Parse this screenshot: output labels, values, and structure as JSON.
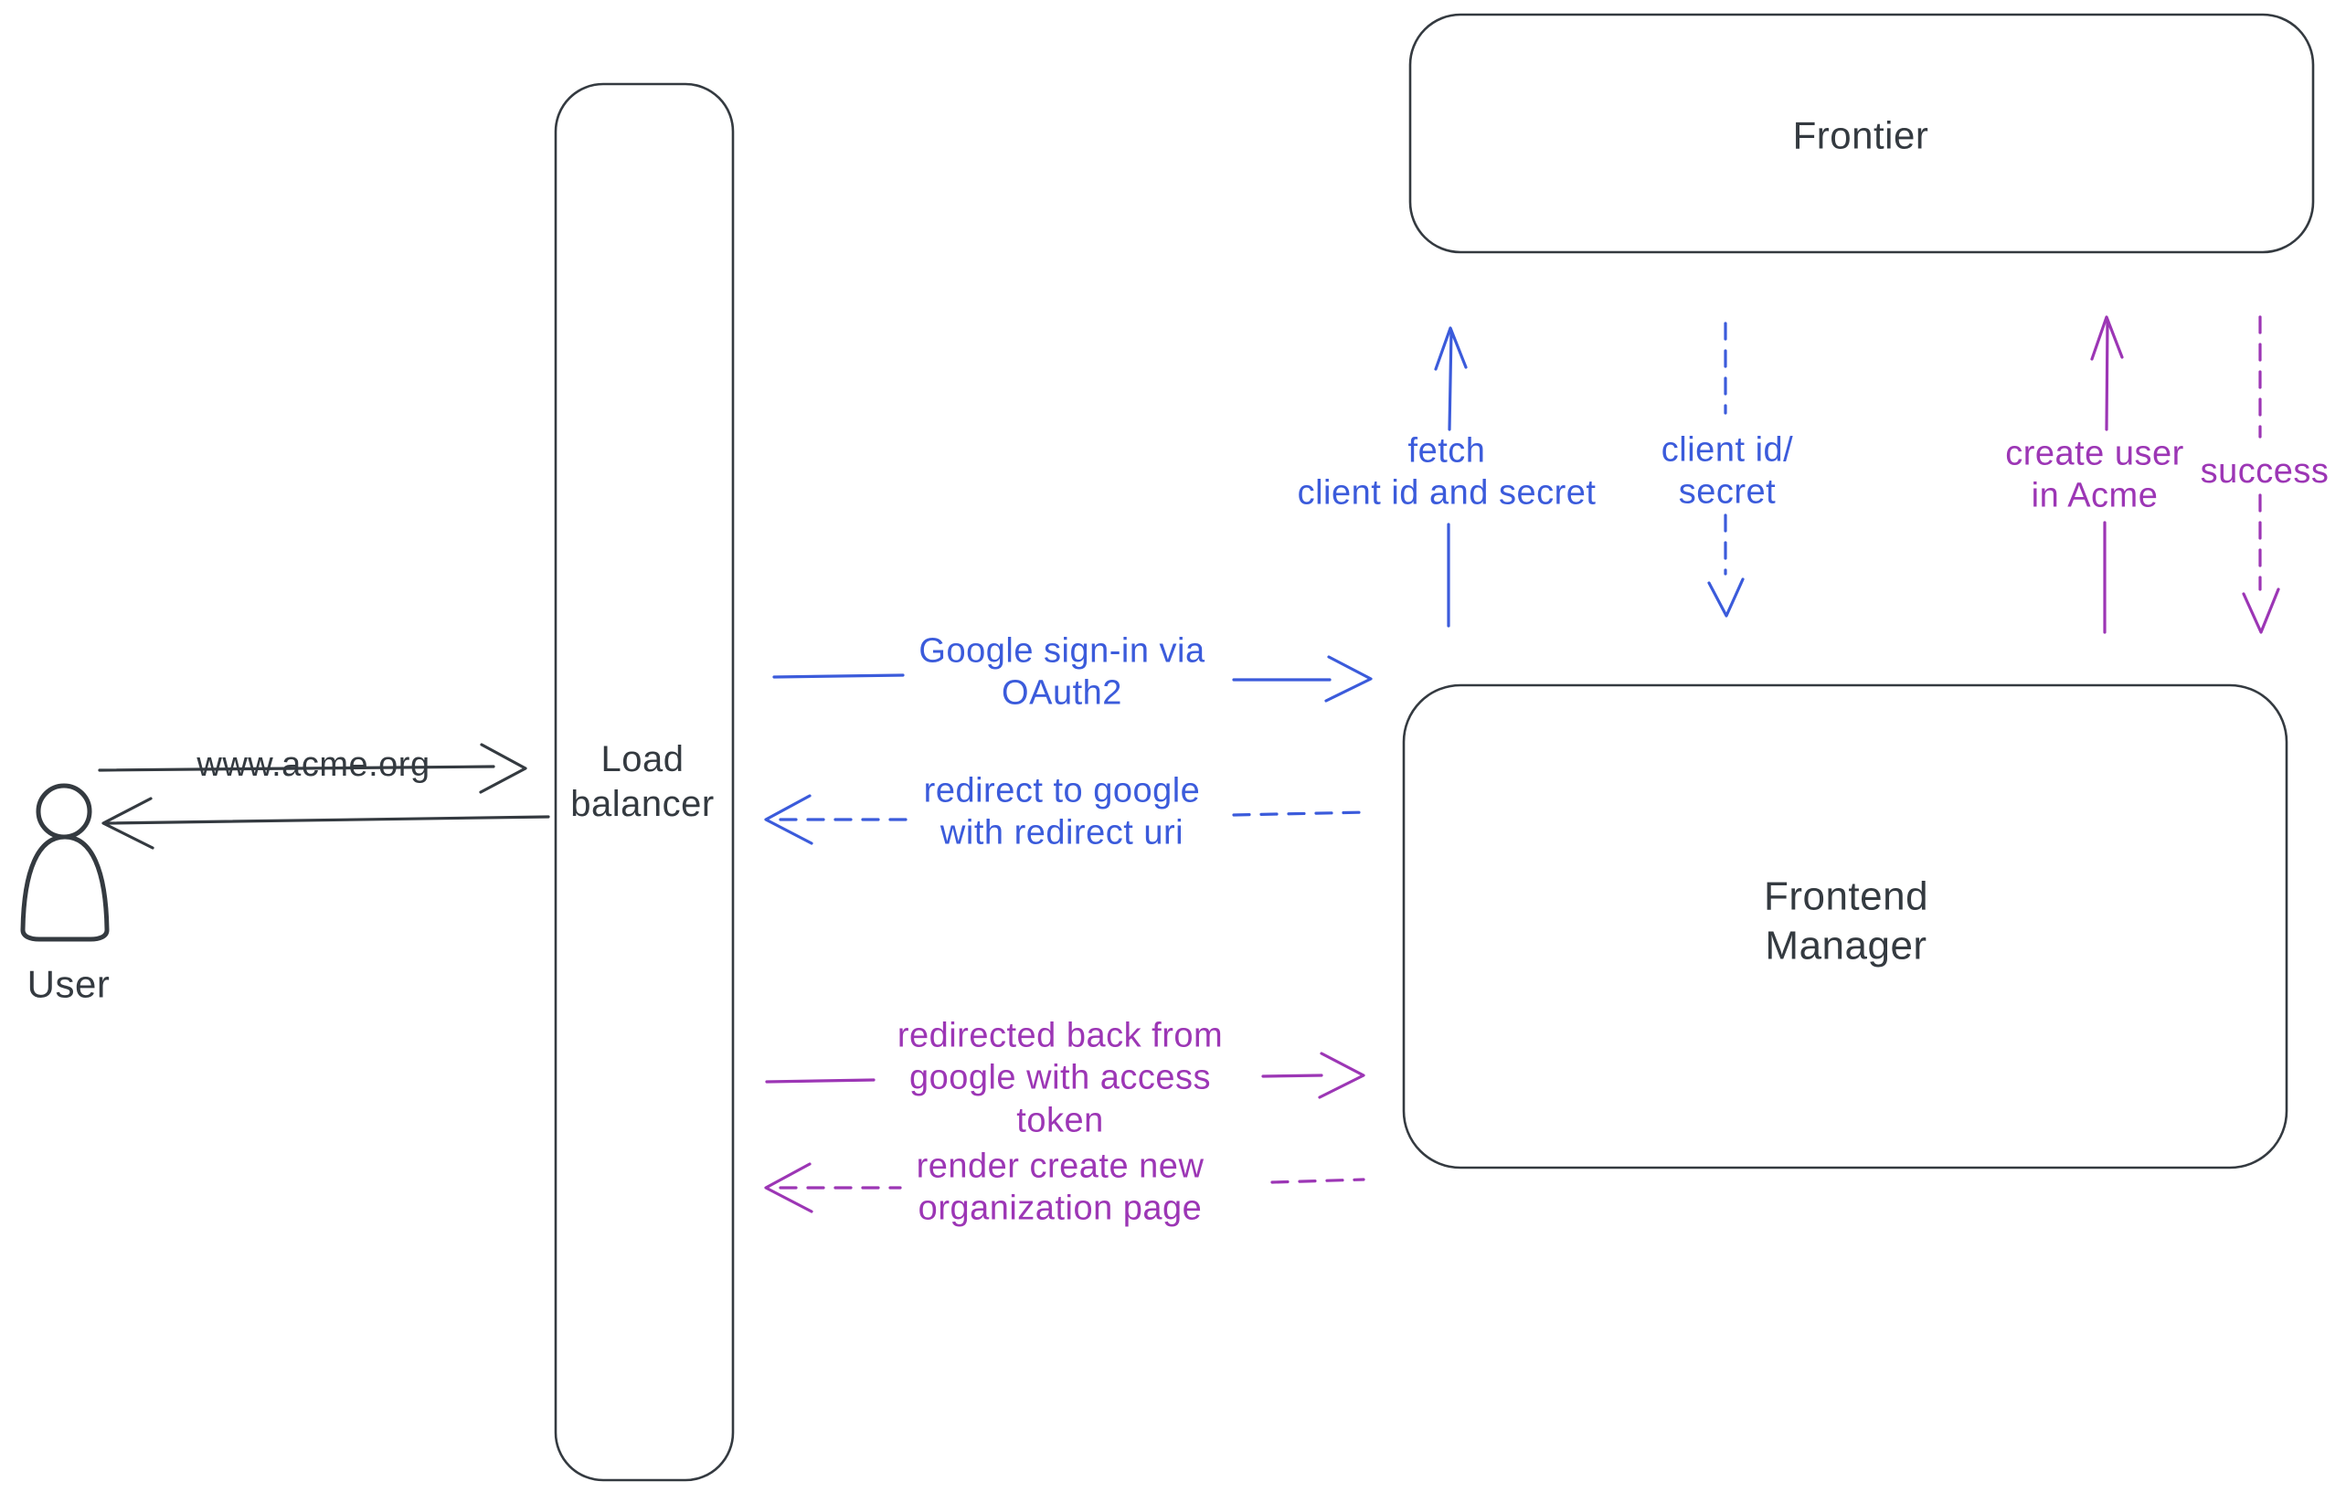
{
  "nodes": {
    "user": {
      "label": "User"
    },
    "load_balancer": {
      "label": "Load\nbalancer"
    },
    "frontier": {
      "label": "Frontier"
    },
    "frontend_manager": {
      "label": "Frontend\nManager"
    }
  },
  "edges": {
    "www_acme": {
      "label": "www.acme.org",
      "from": "user",
      "to": "load_balancer",
      "style": "solid"
    },
    "response_to_user": {
      "label": "",
      "from": "load_balancer",
      "to": "user",
      "style": "solid"
    },
    "google_signin": {
      "label": "Google sign-in via\nOAuth2",
      "from": "load_balancer",
      "to": "frontend_manager",
      "style": "solid"
    },
    "redirect_google": {
      "label": "redirect to google\nwith redirect uri",
      "from": "frontend_manager",
      "to": "load_balancer",
      "style": "dashed"
    },
    "redirected_back": {
      "label": "redirected back from\ngoogle with access\ntoken",
      "from": "load_balancer",
      "to": "frontend_manager",
      "style": "solid"
    },
    "render_org_page": {
      "label": "render create new\norganization page",
      "from": "frontend_manager",
      "to": "load_balancer",
      "style": "dashed"
    },
    "fetch_client": {
      "label": "fetch\nclient id and secret",
      "from": "frontend_manager",
      "to": "frontier",
      "style": "solid"
    },
    "client_id_secret": {
      "label": "client id/\nsecret",
      "from": "frontier",
      "to": "frontend_manager",
      "style": "dashed"
    },
    "create_user": {
      "label": "create user\nin Acme",
      "from": "frontend_manager",
      "to": "frontier",
      "style": "solid"
    },
    "success": {
      "label": "success",
      "from": "frontier",
      "to": "frontend_manager",
      "style": "dashed"
    }
  },
  "colors": {
    "stroke": "#343a40",
    "blue": "#3b5bdb",
    "purple": "#9c36b5",
    "hatch": "#ccd5e4",
    "background": "#ffffff"
  }
}
